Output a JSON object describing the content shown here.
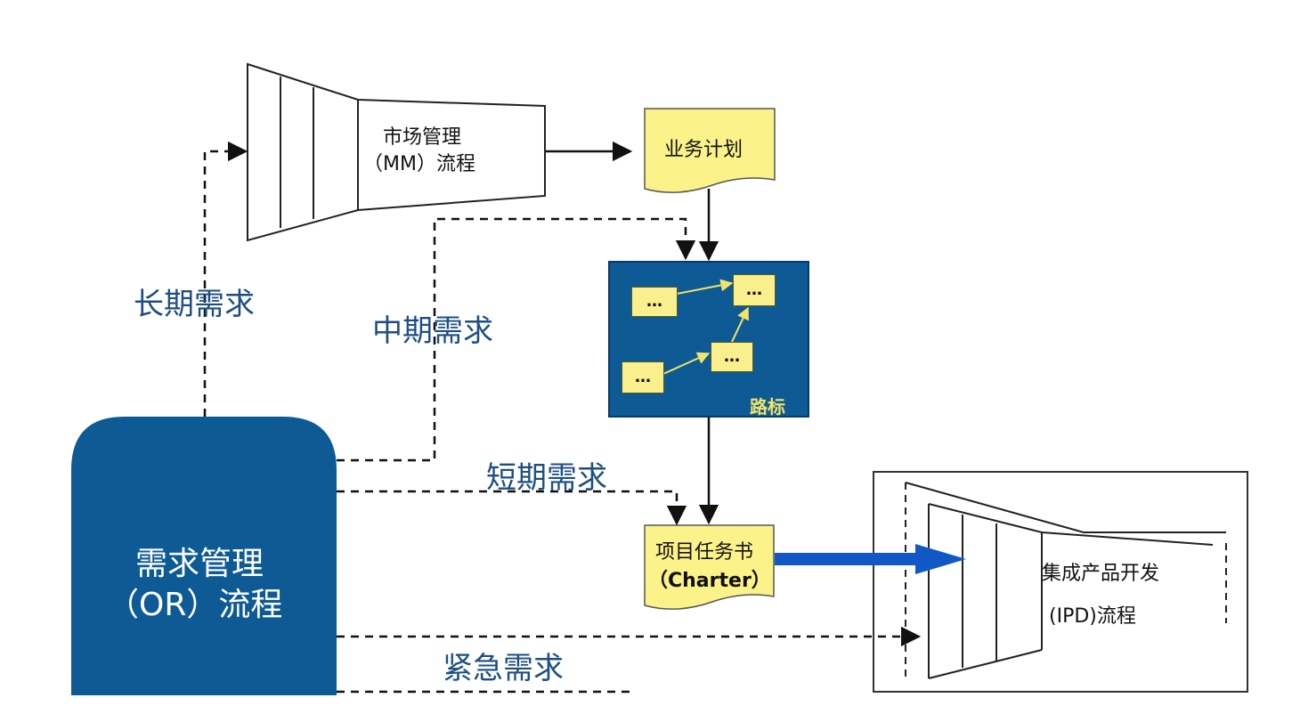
{
  "labels": {
    "long_term": "长期需求",
    "mid_term": "中期需求",
    "short_term": "短期需求",
    "urgent": "紧急需求"
  },
  "mm_process": {
    "line1": "市场管理",
    "line2": "（MM）流程"
  },
  "business_plan": "业务计划",
  "roadmap": {
    "label": "路标",
    "boxes": [
      "…",
      "…",
      "…",
      "…"
    ]
  },
  "charter": {
    "line1": "项目任务书",
    "line2": "（Charter）"
  },
  "or_process": {
    "line1": "需求管理",
    "line2": "（OR）流程"
  },
  "ipd_process": {
    "line1": "集成产品开发",
    "line2": "(IPD)流程"
  },
  "colors": {
    "or_fill": "#0e5a95",
    "roadmap_fill": "#0e5a95",
    "note_fill": "#fbf28a",
    "demand_text": "#1d4f83",
    "big_arrow": "#1157c6"
  }
}
